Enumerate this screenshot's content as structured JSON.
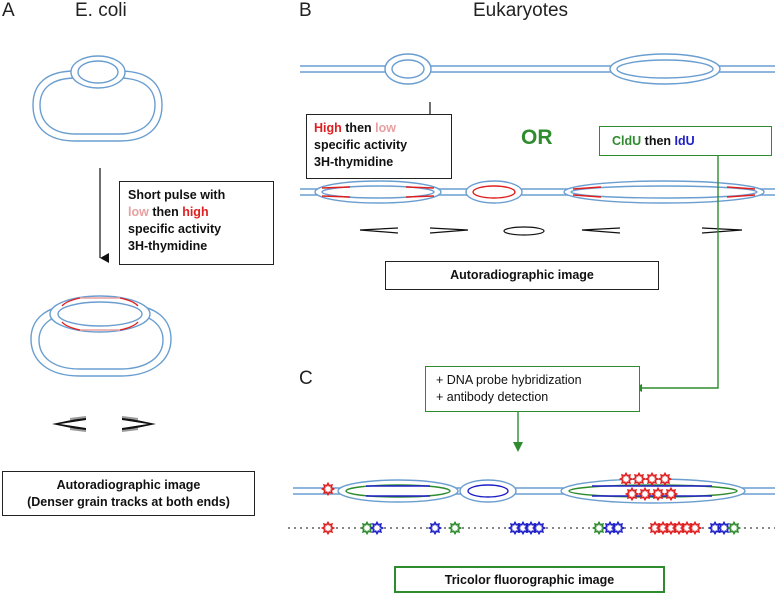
{
  "panels": {
    "a": {
      "letter": "A",
      "title": "E. coli"
    },
    "b": {
      "letter": "B",
      "title": "Eukaryotes"
    },
    "c": {
      "letter": "C"
    }
  },
  "ecoli_pulse_box": {
    "line1": "Short pulse with",
    "line2_low": "low",
    "line2_then": "then",
    "line2_high": "high",
    "line3": "specific activity",
    "line4": "3H-thymidine"
  },
  "ecoli_autoradiographic_box": {
    "line1": "Autoradiographic image",
    "line2": "(Denser grain tracks at both ends)"
  },
  "euk_pulse_box": {
    "line1_high": "High",
    "line1_then": "then",
    "line1_low": "low",
    "line2": "specific activity",
    "line3": "3H-thymidine"
  },
  "or_label": "OR",
  "cldu_box": {
    "cldu": "CldU",
    "then": "then",
    "idu": "IdU"
  },
  "euk_autoradiographic_box": {
    "label": "Autoradiographic image"
  },
  "detection_box": {
    "line1": "+ DNA probe hybridization",
    "line2": "+ antibody detection"
  },
  "tricolor_box": {
    "label": "Tricolor fluorographic image"
  },
  "colors": {
    "dna_strand": "#6a9ed0",
    "label_red": "#e02020",
    "label_pink": "#e8a0a0",
    "label_green": "#2e8b2e",
    "label_blue": "#2020c8"
  },
  "icons": [
    "red-star-icon",
    "blue-star-icon",
    "green-star-icon"
  ]
}
